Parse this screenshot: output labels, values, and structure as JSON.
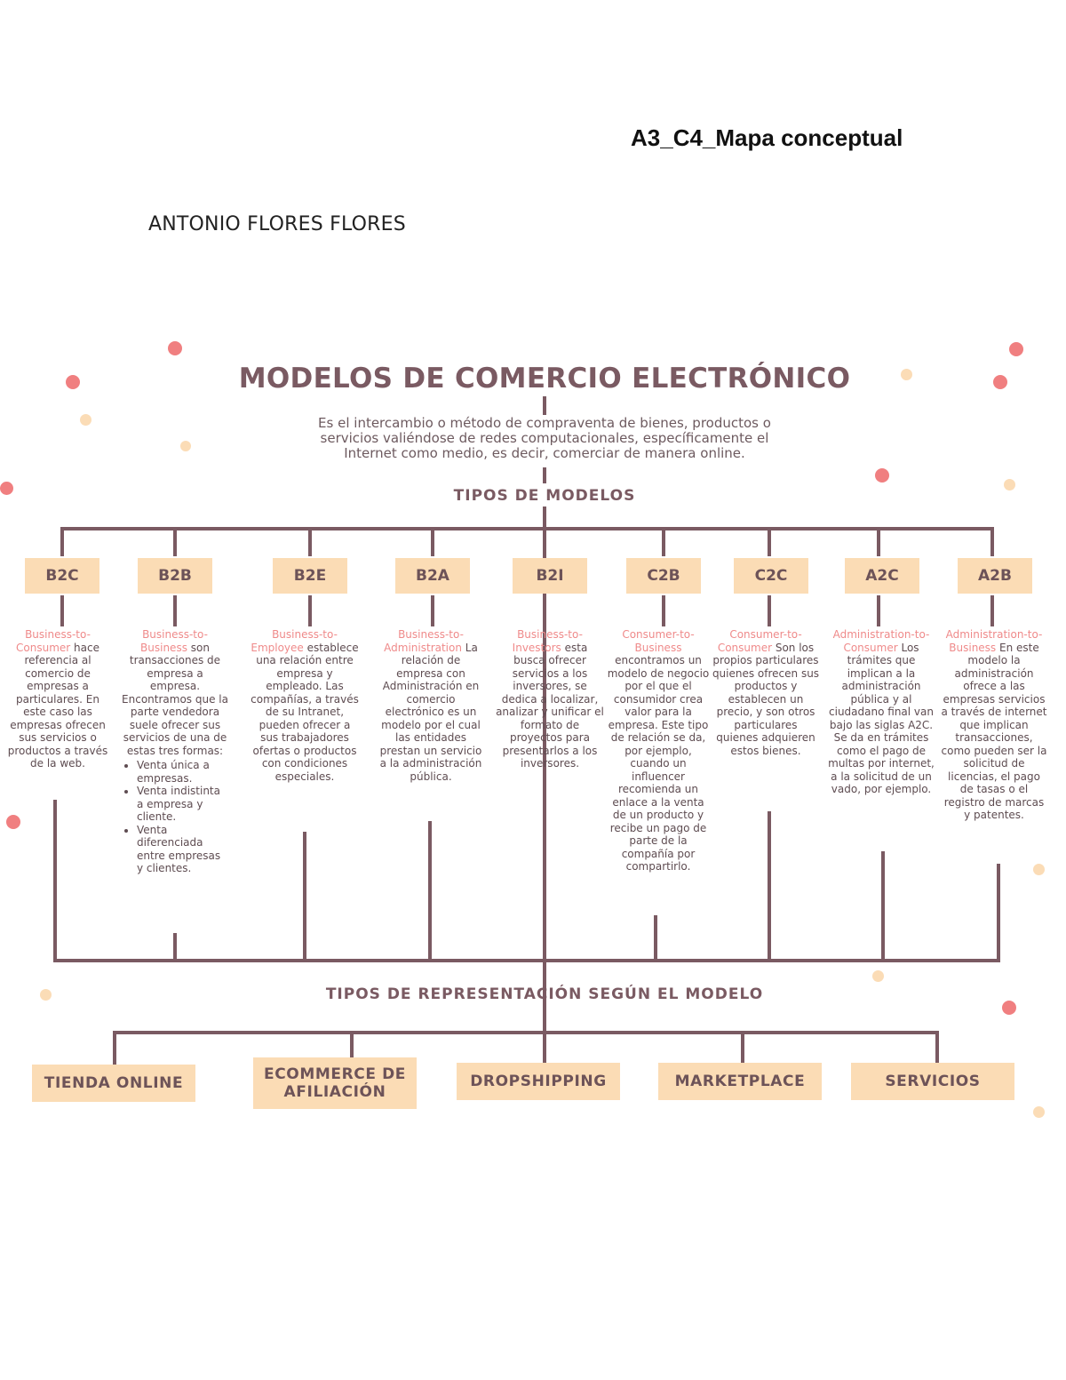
{
  "document": {
    "title": "A3_C4_Mapa conceptual",
    "author": "ANTONIO FLORES FLORES"
  },
  "map": {
    "title": "MODELOS DE COMERCIO ELECTRÓNICO",
    "description": "Es el intercambio o método de compraventa de bienes, productos o servicios valiéndose de redes computacionales, específicamente el Internet como medio, es decir, comerciar de manera online.",
    "types_heading": "TIPOS DE MODELOS",
    "models": [
      {
        "code": "B2C",
        "term": "Business-to-Consumer",
        "text": " hace referencia al comercio de empresas a particulares. En este caso las empresas ofrecen sus servicios o productos a través de la web."
      },
      {
        "code": "B2B",
        "term": "Business-to-Business",
        "text": " son transacciones de empresa a empresa. Encontramos que la parte vendedora suele ofrecer sus servicios de una de estas tres formas:",
        "bullets": [
          "Venta única a empresas.",
          "Venta indistinta a empresa y cliente.",
          "Venta diferenciada entre empresas y clientes."
        ]
      },
      {
        "code": "B2E",
        "term": "Business-to-Employee",
        "text": " establece una relación entre empresa y empleado. Las compañías, a través de su Intranet, pueden ofrecer a sus trabajadores ofertas o productos con condiciones especiales."
      },
      {
        "code": "B2A",
        "term": "Business-to-Administration",
        "text": " La relación de empresa con Administración en comercio electrónico es un modelo por el cual las entidades prestan un servicio a la administración pública."
      },
      {
        "code": "B2I",
        "term": "Business-to-Investors",
        "text": " esta busca ofrecer servicios a los inversores, se dedica a localizar, analizar y unificar el formato de proyectos para presentarlos a los inversores."
      },
      {
        "code": "C2B",
        "term": "Consumer-to-Business",
        "text": " encontramos un modelo de negocio por el que el consumidor crea valor para la empresa. Este tipo de relación se da, por ejemplo, cuando un influencer recomienda un enlace a la venta de un producto y recibe un pago de parte de la compañía por compartirlo."
      },
      {
        "code": "C2C",
        "term": "Consumer-to-Consumer",
        "text": " Son los propios particulares quienes ofrecen sus productos y establecen un precio, y son otros particulares quienes adquieren estos bienes."
      },
      {
        "code": "A2C",
        "term": "Administration-to-Consumer",
        "text": " Los trámites que implican a la administración pública y al ciudadano final van bajo las siglas A2C. Se da en trámites como el pago de multas por internet, a la solicitud de un vado, por ejemplo."
      },
      {
        "code": "A2B",
        "term": "Administration-to-Business",
        "text": " En este modelo la administración ofrece a las empresas servicios a través de internet que implican transacciones, como pueden ser la solicitud de licencias, el pago de tasas o el registro de marcas y patentes."
      }
    ],
    "representation_heading": "TIPOS DE REPRESENTACIÓN SEGÚN EL MODELO",
    "representations": [
      "TIENDA ONLINE",
      "ECOMMERCE DE AFILIACIÓN",
      "DROPSHIPPING",
      "MARKETPLACE",
      "SERVICIOS"
    ]
  },
  "colors": {
    "connector": "#7a5a62",
    "box_fill": "#fbdcb5",
    "accent_pink": "#f07f80",
    "accent_peach": "#fbdcb6"
  }
}
